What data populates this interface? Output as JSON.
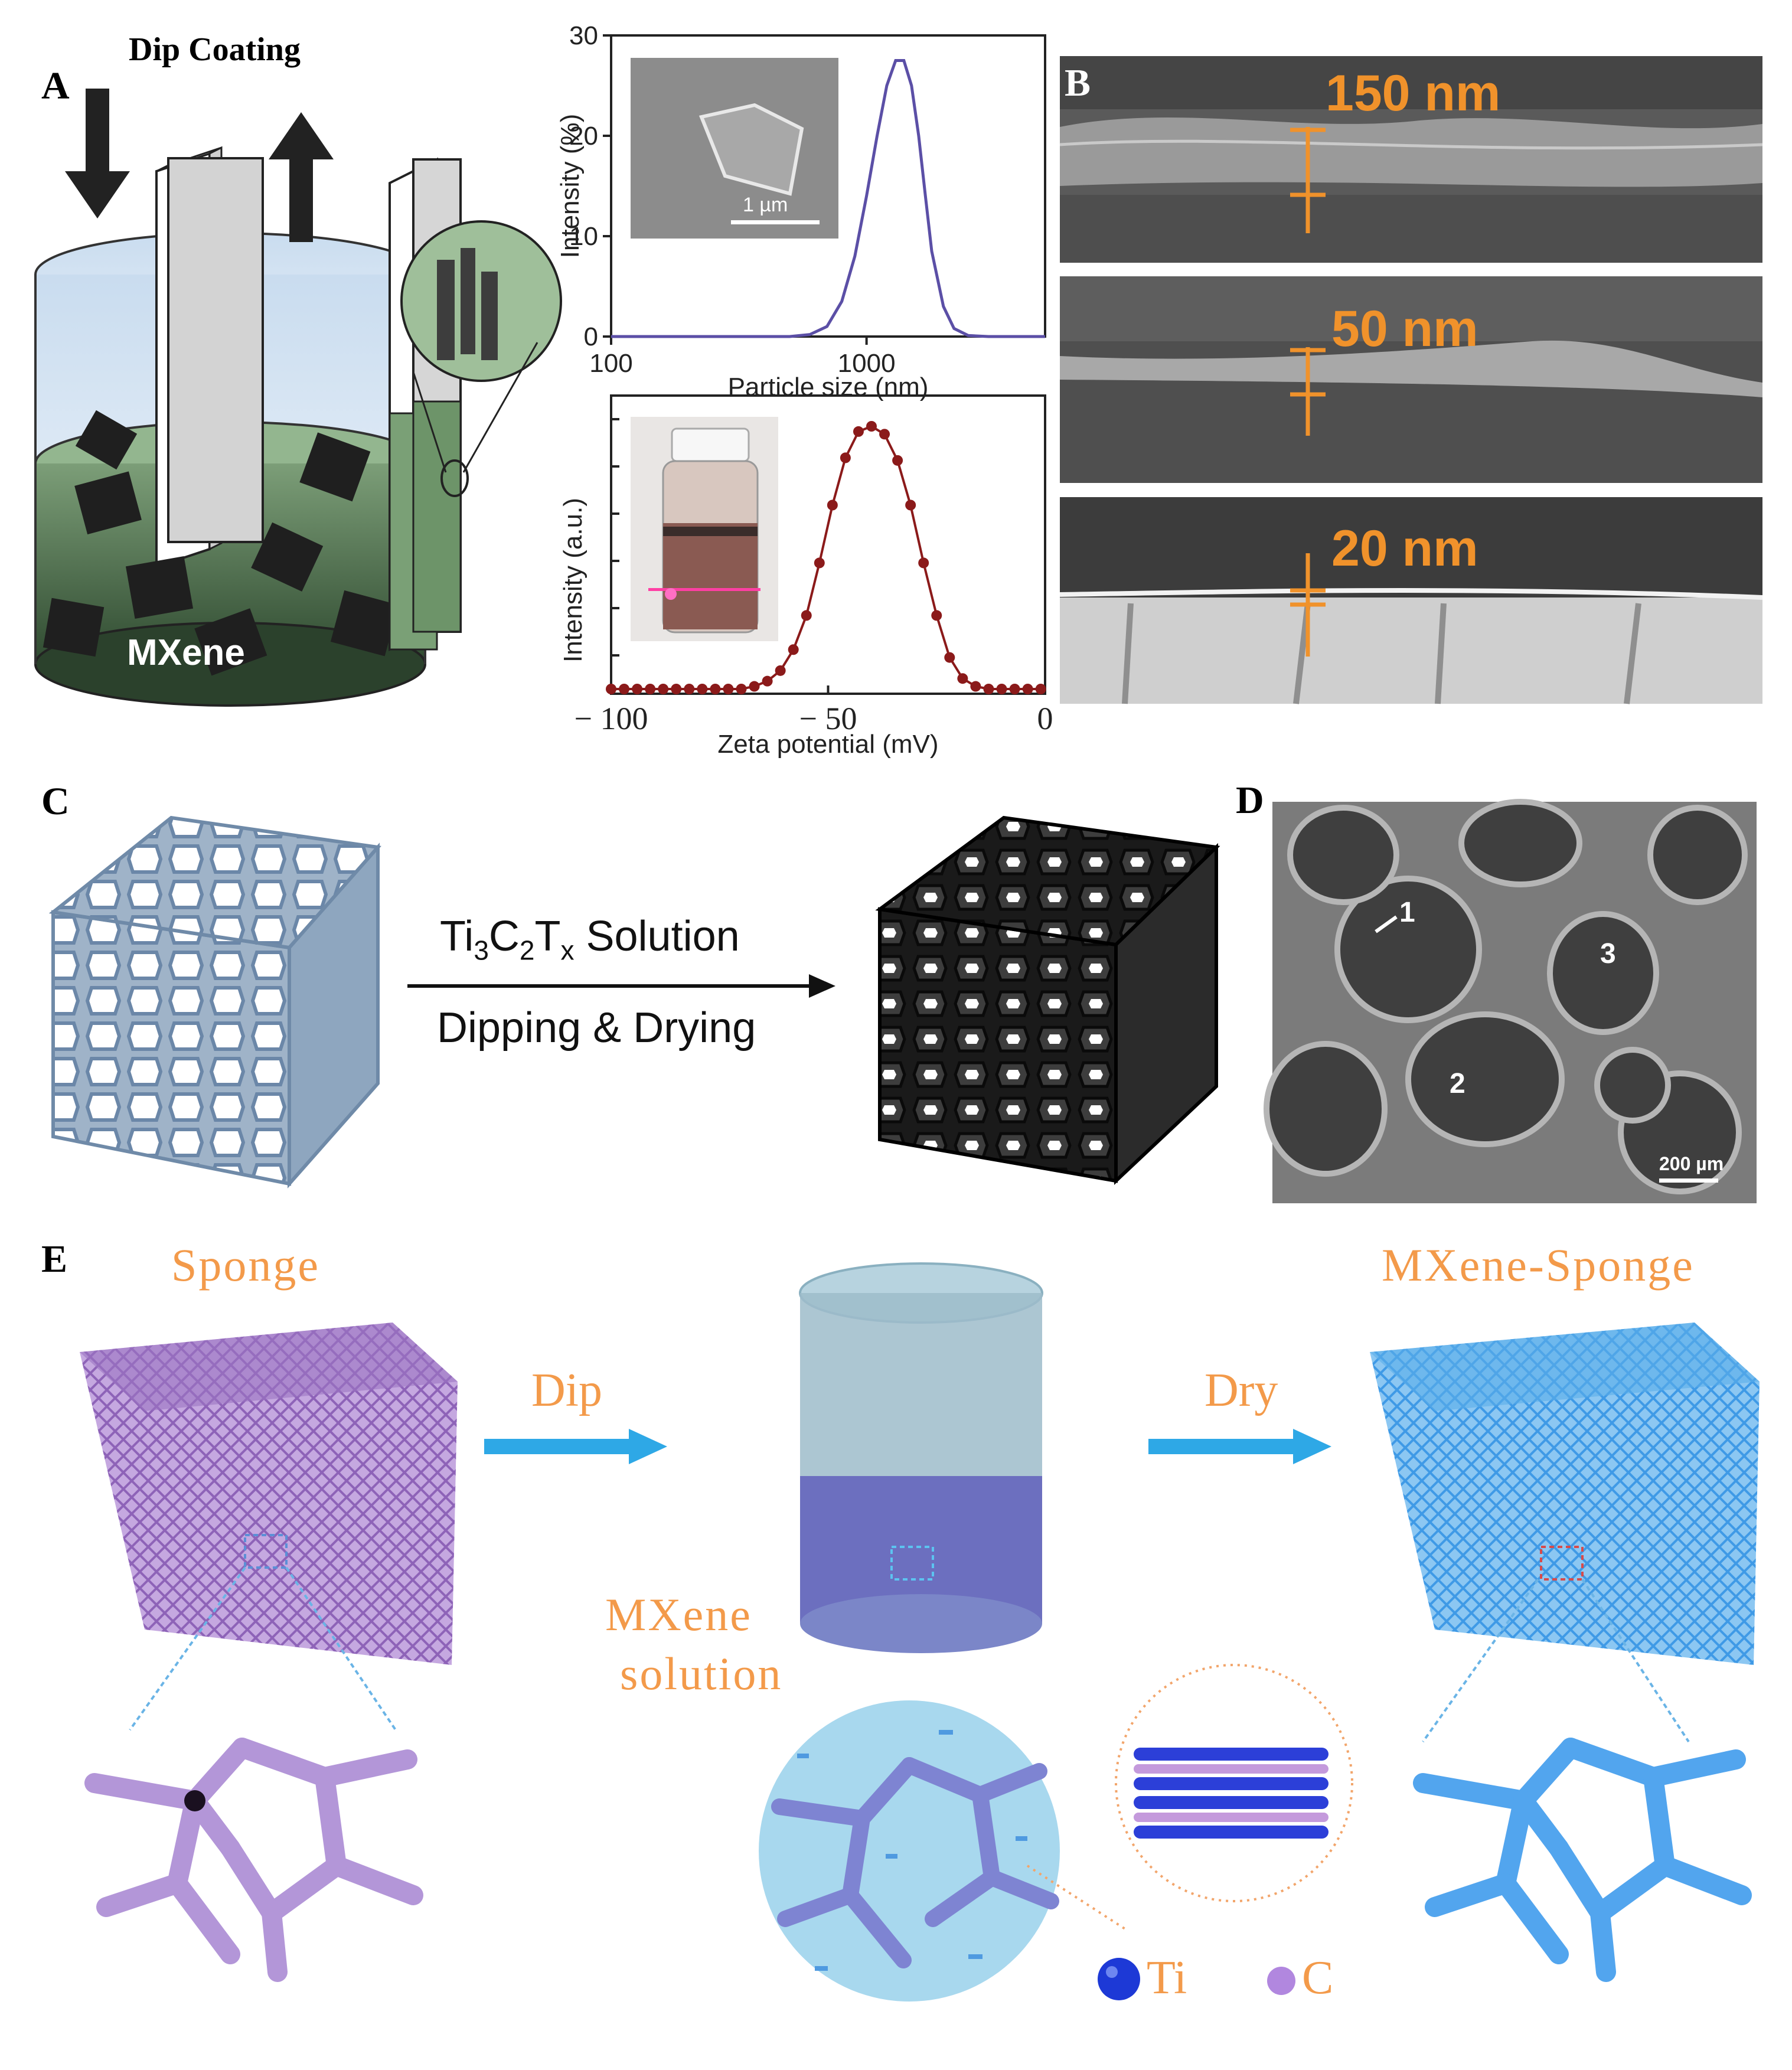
{
  "panels": {
    "A": {
      "letter": "A",
      "title": "Dip Coating",
      "mxene_label": "MXene",
      "inset_scale": "1 µm"
    },
    "B": {
      "letter": "B",
      "thicknesses": [
        "150 nm",
        "50 nm",
        "20 nm"
      ]
    },
    "C": {
      "letter": "C",
      "arrow_top_parts": [
        "Ti",
        "3",
        "C",
        "2",
        "T",
        "x",
        " Solution"
      ],
      "arrow_bottom": "Dipping & Drying"
    },
    "D": {
      "letter": "D",
      "markers": [
        "1",
        "2",
        "3"
      ],
      "scale": "200 µm"
    },
    "E": {
      "letter": "E",
      "sponge_label": "Sponge",
      "dip_label": "Dip",
      "dry_label": "Dry",
      "mxene_sponge_label": "MXene-Sponge",
      "solution_label_line1": "MXene",
      "solution_label_line2": "solution",
      "legend_ti": "Ti",
      "legend_c": "C"
    }
  },
  "chart_data": [
    {
      "type": "line",
      "title": "",
      "xlabel": "Particle size (nm)",
      "ylabel": "Intensity (%)",
      "xscale": "log",
      "xlim": [
        100,
        5000
      ],
      "ylim": [
        0,
        30
      ],
      "xticks": [
        "100",
        "1000"
      ],
      "yticks": [
        "0",
        "10",
        "20",
        "30"
      ],
      "color": "#5b4fa6",
      "series": [
        {
          "x": [
            100,
            300,
            500,
            600,
            700,
            800,
            900,
            1000,
            1100,
            1200,
            1300,
            1400,
            1500,
            1600,
            1700,
            1800,
            2000,
            2200,
            2500,
            3000,
            5000
          ],
          "y": [
            0,
            0,
            0,
            0.2,
            1,
            3.5,
            8,
            14,
            20,
            25,
            27.5,
            27.5,
            25,
            20,
            14,
            8.5,
            3,
            0.8,
            0.1,
            0,
            0
          ]
        }
      ]
    },
    {
      "type": "line",
      "title": "",
      "xlabel": "Zeta potential (mV)",
      "ylabel": "Intensity (a.u.)",
      "xlim": [
        -100,
        0
      ],
      "xticks": [
        "− 100",
        "− 50",
        "0"
      ],
      "color": "#8b1a1a",
      "markers": true,
      "series": [
        {
          "x": [
            -100,
            -97,
            -94,
            -91,
            -88,
            -85,
            -82,
            -79,
            -76,
            -73,
            -70,
            -67,
            -64,
            -61,
            -58,
            -55,
            -52,
            -49,
            -46,
            -43,
            -40,
            -37,
            -34,
            -31,
            -28,
            -25,
            -22,
            -19,
            -16,
            -13,
            -10,
            -7,
            -4,
            -1
          ],
          "y": [
            0,
            0,
            0,
            0,
            0,
            0,
            0,
            0,
            0,
            0,
            0,
            0.01,
            0.03,
            0.07,
            0.15,
            0.28,
            0.48,
            0.7,
            0.88,
            0.98,
            1.0,
            0.97,
            0.87,
            0.7,
            0.48,
            0.28,
            0.12,
            0.04,
            0.01,
            0,
            0,
            0,
            0,
            0
          ]
        }
      ]
    }
  ]
}
